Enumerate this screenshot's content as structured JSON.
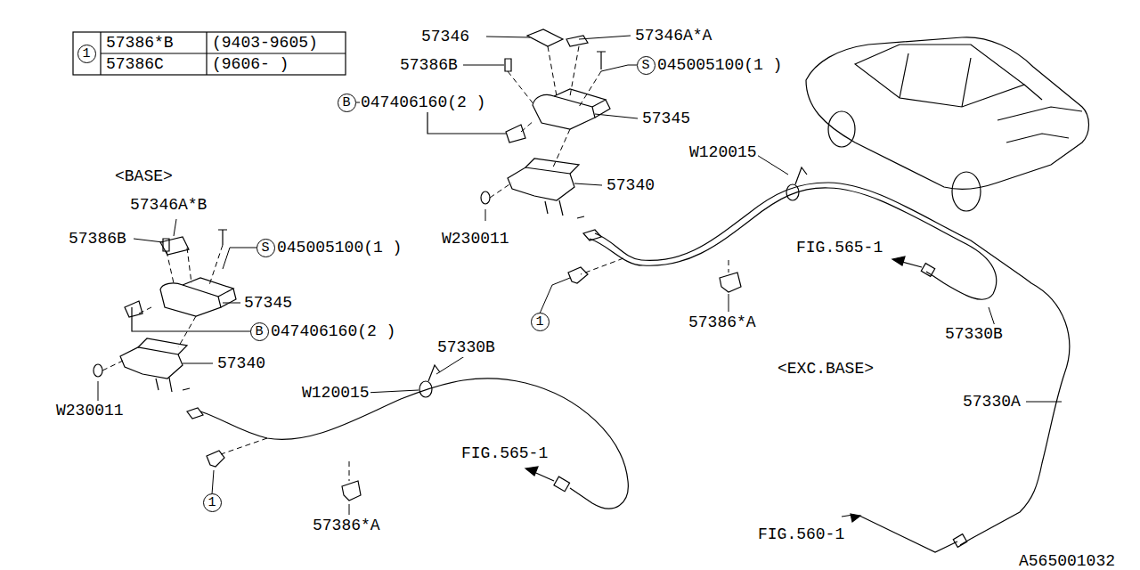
{
  "diagram": {
    "nodes": [
      {
        "text": [
          "1"
        ]
      },
      {
        "text": [
          "S"
        ]
      },
      {
        "text": [
          "B"
        ]
      },
      {
        "text": [
          "S"
        ]
      },
      {
        "text": [
          "1"
        ]
      },
      {
        "text": [
          "B"
        ]
      },
      {
        "text": [
          "1"
        ]
      }
    ],
    "labels": [
      "57386*B",
      "(9403-9605)",
      "57386C",
      "(9606-     )",
      "57346",
      "57346A*A",
      "57386B",
      "045005100(1 )",
      "047406160(2 )",
      "57345",
      "W120015",
      "57340",
      "<BASE>",
      "57346A*B",
      "57386B",
      "045005100(1 )",
      "W230011",
      "57345",
      "047406160(2 )",
      "57340",
      "57330B",
      "W120015",
      "W230011",
      "FIG.565-1",
      "57386*A",
      "57386*A",
      "FIG.565-1",
      "57330B",
      "<EXC.BASE>",
      "57330A",
      "FIG.560-1",
      "A565001032"
    ]
  }
}
